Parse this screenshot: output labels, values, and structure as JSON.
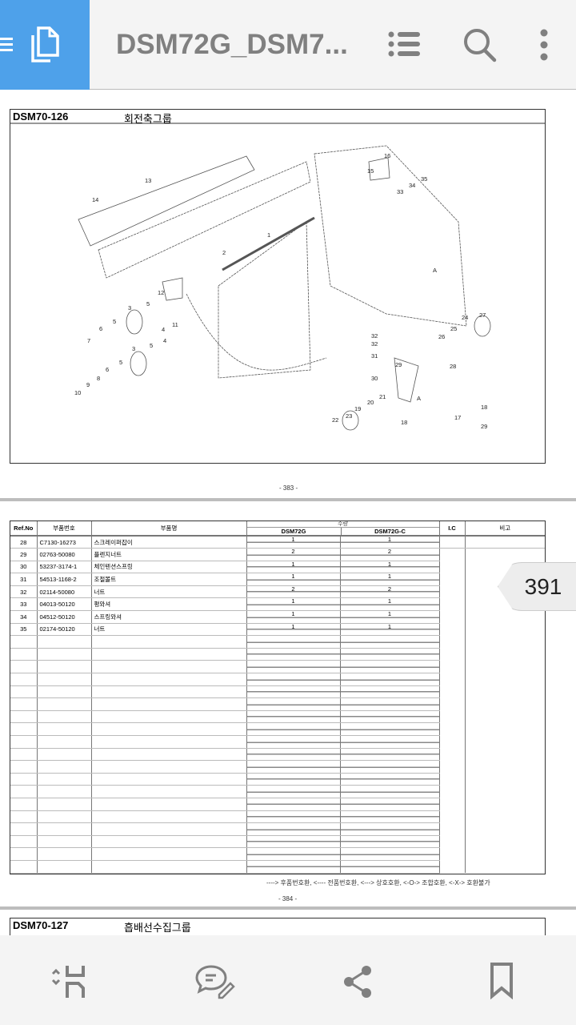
{
  "app_bar": {
    "title": "DSM72G_DSM7...",
    "icons": [
      "menu-icon",
      "document-icon",
      "list-icon",
      "search-icon",
      "more-vert-icon"
    ],
    "accent": "#4ea1ea"
  },
  "page1": {
    "code": "DSM70-126",
    "name": "회전축그룹",
    "page_number": "- 383 -",
    "callouts": [
      "16",
      "15",
      "35",
      "34",
      "33",
      "13",
      "14",
      "1",
      "2",
      "A",
      "12",
      "5",
      "3",
      "5",
      "6",
      "7",
      "11",
      "4",
      "4",
      "5",
      "3",
      "5",
      "6",
      "8",
      "9",
      "10",
      "27",
      "24",
      "25",
      "26",
      "32",
      "32",
      "31",
      "28",
      "29",
      "30",
      "A",
      "21",
      "20",
      "19",
      "23",
      "22",
      "18",
      "17",
      "18",
      "29"
    ]
  },
  "page2": {
    "headers": {
      "ref": "Ref.No",
      "part_no": "부품번호",
      "part_name": "부품명",
      "qty": "수량",
      "qty_a": "DSM72G",
      "qty_b": "DSM72G-C",
      "ic": "I.C",
      "note": "비고"
    },
    "rows": [
      {
        "ref": "28",
        "part_no": "C7130-16273",
        "name": "스크레이퍼잡이",
        "a": "1",
        "b": "1"
      },
      {
        "ref": "29",
        "part_no": "02763-50080",
        "name": "플렌지너트",
        "a": "2",
        "b": "2"
      },
      {
        "ref": "30",
        "part_no": "53237-3174-1",
        "name": "체인텐션스프링",
        "a": "1",
        "b": "1"
      },
      {
        "ref": "31",
        "part_no": "54513-1168-2",
        "name": "조절볼트",
        "a": "1",
        "b": "1"
      },
      {
        "ref": "32",
        "part_no": "02114-50080",
        "name": "너트",
        "a": "2",
        "b": "2"
      },
      {
        "ref": "33",
        "part_no": "04013-50120",
        "name": "평와셔",
        "a": "1",
        "b": "1"
      },
      {
        "ref": "34",
        "part_no": "04512-50120",
        "name": "스프링와셔",
        "a": "1",
        "b": "1"
      },
      {
        "ref": "35",
        "part_no": "02174-50120",
        "name": "너트",
        "a": "1",
        "b": "1"
      }
    ],
    "legend": "----> 후품번호환,  <----  전품번호환,  <---> 상호호환,  <-O-> 조합호환,  <-X-> 호환불가",
    "page_number": "- 384 -"
  },
  "page3": {
    "code": "DSM70-127",
    "name": "흡배선수집그룹"
  },
  "page_badge": "391",
  "bottom_bar": {
    "icons": [
      "page-fit-icon",
      "comment-edit-icon",
      "share-icon",
      "bookmark-icon"
    ]
  }
}
